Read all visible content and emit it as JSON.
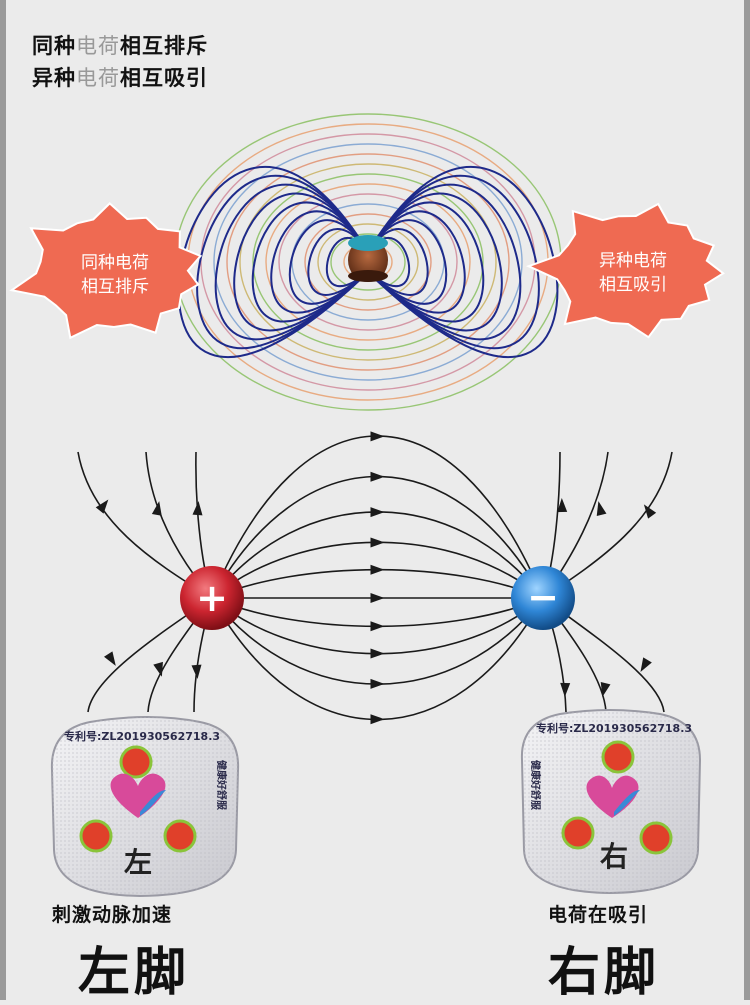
{
  "header": {
    "line1": {
      "pre": "同种",
      "mid": "电荷",
      "post": "相互排斥"
    },
    "line2": {
      "pre": "异种",
      "mid": "电荷",
      "post": "相互吸引"
    }
  },
  "bursts": {
    "left": {
      "line1": "同种电荷",
      "line2": "相互排斥"
    },
    "right": {
      "line1": "异种电荷",
      "line2": "相互吸引"
    }
  },
  "charges": {
    "positive_symbol": "+",
    "negative_symbol": "−"
  },
  "socks": {
    "left": {
      "char": "左",
      "patent": "专利号:ZL201930562718.3",
      "side_text": "健康好舒服"
    },
    "right": {
      "char": "右",
      "patent": "专利号:ZL201930562718.3",
      "side_text": "健康好舒服"
    }
  },
  "captions": {
    "left": {
      "small": "刺激动脉加速",
      "big": "左脚"
    },
    "right": {
      "small": "电荷在吸引",
      "big": "右脚"
    }
  },
  "colors": {
    "burst": "#ef6a52",
    "positive": "#c8202a",
    "negative": "#2f86d6",
    "field_lines": "#1a1a1a",
    "magnet_lines": "#1e2a8a",
    "dots": "#e0402a",
    "dot_ring": "#8ac43a"
  }
}
